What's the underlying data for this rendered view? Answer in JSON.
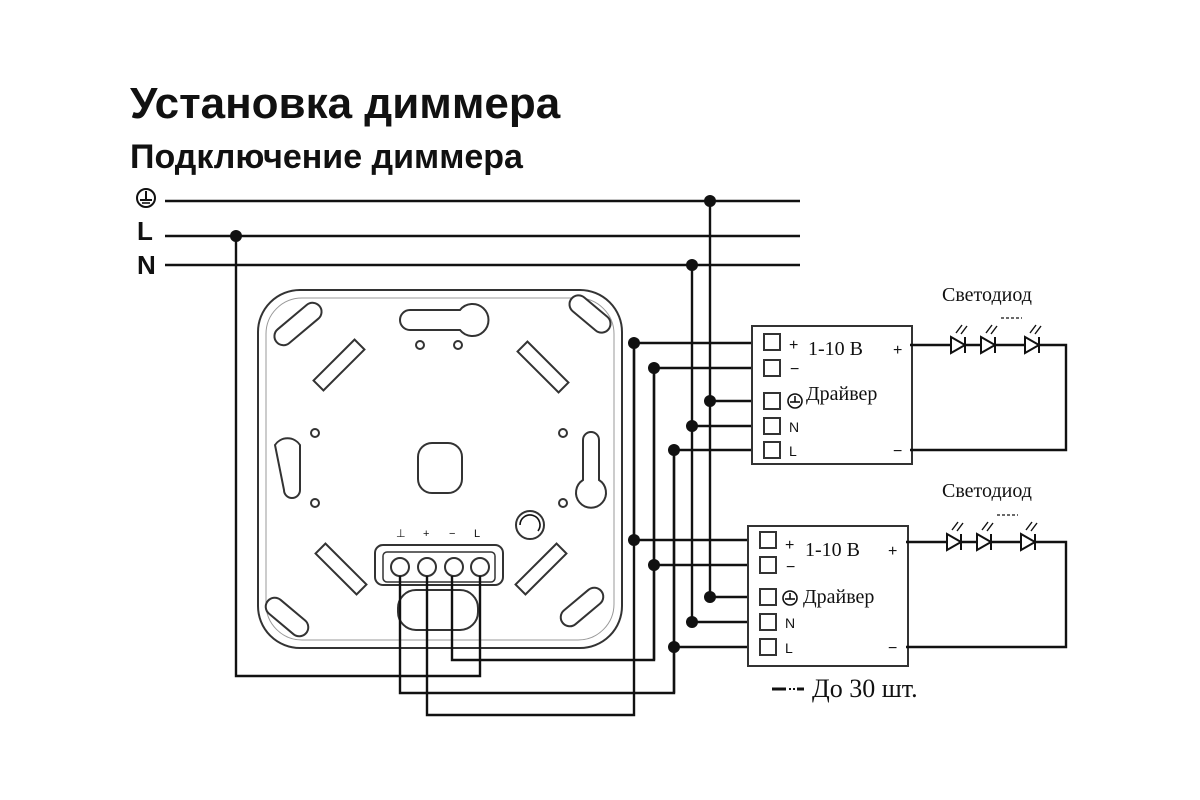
{
  "title": "Установка диммера",
  "subtitle": "Подключение диммера",
  "bus_labels": {
    "earth_icon": "earth-ground-icon",
    "line": "L",
    "neutral": "N"
  },
  "dimmer_terminal_labels": [
    "⊥",
    "+",
    "−",
    "L"
  ],
  "drivers": [
    {
      "led_label": "Светодиод",
      "voltage_label": "1-10 В",
      "driver_label": "Драйвер",
      "plus": "+",
      "minus": "−",
      "n_label": "N",
      "l_label": "L",
      "earth_icon": "earth-ground-icon"
    },
    {
      "led_label": "Светодиод",
      "voltage_label": "1-10 В",
      "driver_label": "Драйвер",
      "plus": "+",
      "minus": "−",
      "n_label": "N",
      "l_label": "L",
      "earth_icon": "earth-ground-icon"
    }
  ],
  "footnote": "До 30 шт.",
  "colors": {
    "ink": "#111111",
    "plate": "#ffffff"
  }
}
